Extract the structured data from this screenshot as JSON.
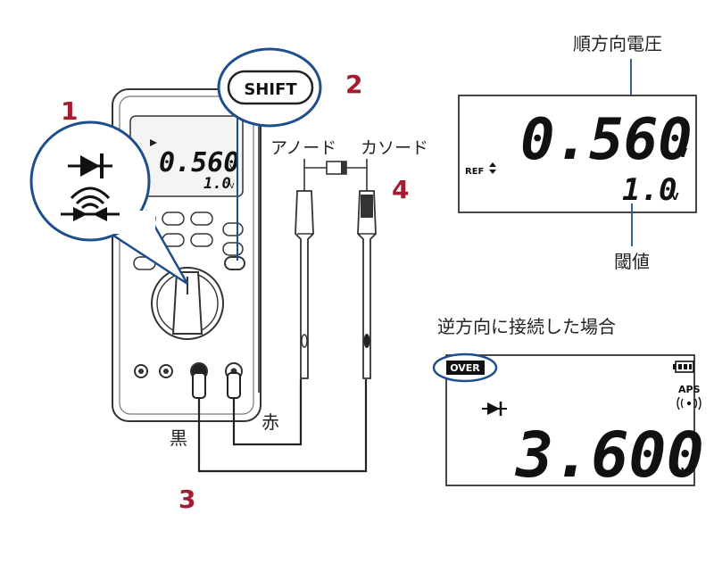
{
  "steps": {
    "s1": "1",
    "s2": "2",
    "s3": "3",
    "s4": "4"
  },
  "buttons": {
    "shift": "SHIFT"
  },
  "leads": {
    "anode": "アノード",
    "cathode": "カソード",
    "black": "黒",
    "red": "赤"
  },
  "small_display": {
    "main": "0.560",
    "sub": "1.0",
    "unit": "V"
  },
  "forward_display": {
    "callout_voltage": "順方向電圧",
    "value": "0.560",
    "unit": "V",
    "ref_label": "REF",
    "threshold": "1.0",
    "threshold_unit": "V",
    "callout_threshold": "閾値"
  },
  "reverse_display": {
    "caption": "逆方向に接続した場合",
    "over_badge": "OVER",
    "aps_label": "APS",
    "value": "3.600",
    "unit": "V"
  },
  "colors": {
    "accent_blue": "#1f4e8c",
    "step_red": "#a51c30",
    "outline": "#333333"
  },
  "icons": [
    "diode-icon",
    "continuity-buzzer-icon",
    "battery-icon",
    "sound-wave-icon"
  ]
}
